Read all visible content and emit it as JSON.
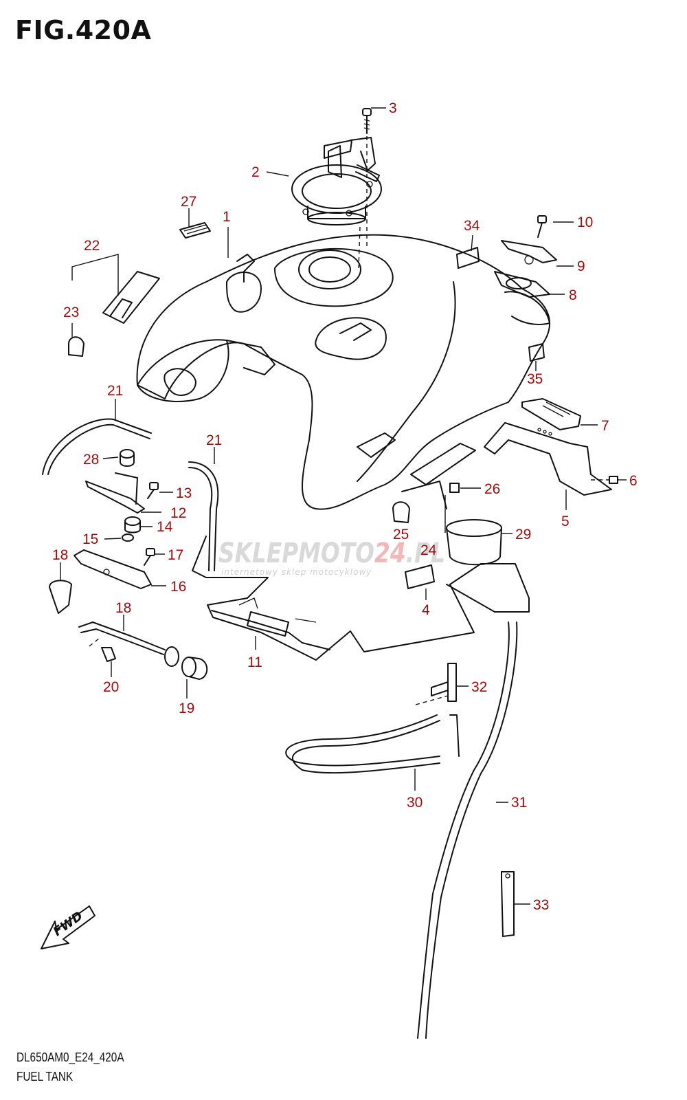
{
  "figure": {
    "title": "FIG.420A",
    "code": "DL650AM0_E24_420A",
    "name": "FUEL TANK"
  },
  "watermark": {
    "brand_prefix": "SKLEPMOTO",
    "brand_accent": "24",
    "brand_suffix": ".PL",
    "tagline": "internetowy sklep motocyklowy"
  },
  "fwd_arrow": {
    "label": "FWD"
  },
  "colors": {
    "callout": "#9b0d0d",
    "line": "#111111",
    "watermark_accent": "#e06666"
  },
  "callouts": [
    {
      "id": "c3",
      "label": "3"
    },
    {
      "id": "c2",
      "label": "2"
    },
    {
      "id": "c27",
      "label": "27"
    },
    {
      "id": "c1",
      "label": "1"
    },
    {
      "id": "c22",
      "label": "22"
    },
    {
      "id": "c23",
      "label": "23"
    },
    {
      "id": "c34",
      "label": "34"
    },
    {
      "id": "c10",
      "label": "10"
    },
    {
      "id": "c9",
      "label": "9"
    },
    {
      "id": "c8",
      "label": "8"
    },
    {
      "id": "c35",
      "label": "35"
    },
    {
      "id": "c21a",
      "label": "21"
    },
    {
      "id": "c21b",
      "label": "21"
    },
    {
      "id": "c7",
      "label": "7"
    },
    {
      "id": "c28",
      "label": "28"
    },
    {
      "id": "c13",
      "label": "13"
    },
    {
      "id": "c12",
      "label": "12"
    },
    {
      "id": "c14",
      "label": "14"
    },
    {
      "id": "c15",
      "label": "15"
    },
    {
      "id": "c17",
      "label": "17"
    },
    {
      "id": "c6",
      "label": "6"
    },
    {
      "id": "c26",
      "label": "26"
    },
    {
      "id": "c5",
      "label": "5"
    },
    {
      "id": "c25",
      "label": "25"
    },
    {
      "id": "c29",
      "label": "29"
    },
    {
      "id": "c24",
      "label": "24"
    },
    {
      "id": "c18a",
      "label": "18"
    },
    {
      "id": "c16",
      "label": "16"
    },
    {
      "id": "c4",
      "label": "4"
    },
    {
      "id": "c18b",
      "label": "18"
    },
    {
      "id": "c11",
      "label": "11"
    },
    {
      "id": "c20",
      "label": "20"
    },
    {
      "id": "c19",
      "label": "19"
    },
    {
      "id": "c32",
      "label": "32"
    },
    {
      "id": "c30",
      "label": "30"
    },
    {
      "id": "c31",
      "label": "31"
    },
    {
      "id": "c33",
      "label": "33"
    }
  ]
}
